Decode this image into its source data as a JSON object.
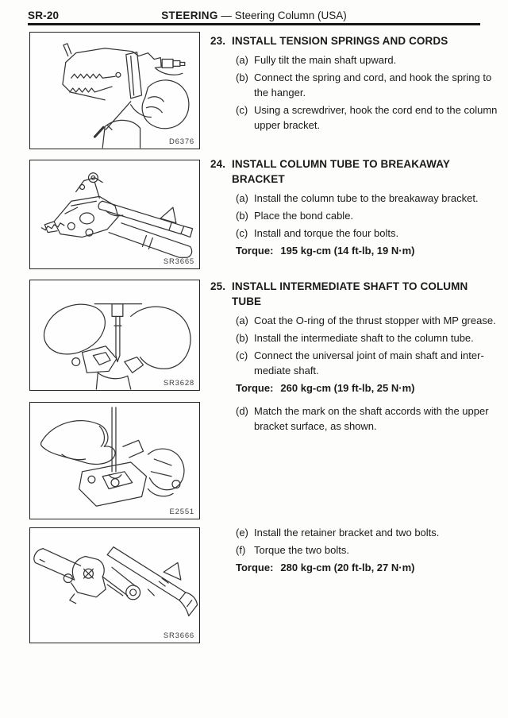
{
  "header": {
    "page_number": "SR-20",
    "section": "STEERING",
    "separator": "—",
    "subtitle": "Steering Column (USA)"
  },
  "figures": [
    {
      "code": "D6376"
    },
    {
      "code": "SR3665"
    },
    {
      "code": "SR3628"
    },
    {
      "code": "E2551"
    },
    {
      "code": "SR3666"
    }
  ],
  "steps": [
    {
      "number": "23.",
      "title": "INSTALL TENSION SPRINGS AND CORDS",
      "items": [
        {
          "label": "(a)",
          "text": "Fully tilt the main shaft upward."
        },
        {
          "label": "(b)",
          "text": "Connect the spring and cord, and hook the spring to\nthe hanger."
        },
        {
          "label": "(c)",
          "text": "Using a screwdriver, hook the cord end to the column\nupper bracket."
        }
      ]
    },
    {
      "number": "24.",
      "title": "INSTALL COLUMN TUBE TO BREAKAWAY BRACKET",
      "items": [
        {
          "label": "(a)",
          "text": "Install the column tube to the breakaway bracket."
        },
        {
          "label": "(b)",
          "text": "Place the bond cable."
        },
        {
          "label": "(c)",
          "text": "Install and torque the four bolts."
        }
      ],
      "torque_label": "Torque:",
      "torque_value": "195 kg-cm (14 ft-lb, 19 N·m)"
    },
    {
      "number": "25.",
      "title": "INSTALL INTERMEDIATE SHAFT TO COLUMN TUBE",
      "items": [
        {
          "label": "(a)",
          "text": "Coat the O-ring of the thrust stopper with MP grease."
        },
        {
          "label": "(b)",
          "text": "Install the intermediate shaft to the column tube."
        },
        {
          "label": "(c)",
          "text": "Connect the universal joint of main shaft and inter-\nmediate shaft."
        },
        {
          "label": "(d)",
          "text": "Match the mark on the shaft accords with the upper\nbracket surface, as shown."
        },
        {
          "label": "(e)",
          "text": "Install the retainer bracket and two bolts."
        },
        {
          "label": "(f)",
          "text": "Torque the two bolts."
        }
      ],
      "torque1_label": "Torque:",
      "torque1_value": "260 kg-cm (19 ft-lb, 25 N·m)",
      "torque2_label": "Torque:",
      "torque2_value": "280 kg-cm (20 ft-lb, 27 N·m)"
    }
  ]
}
